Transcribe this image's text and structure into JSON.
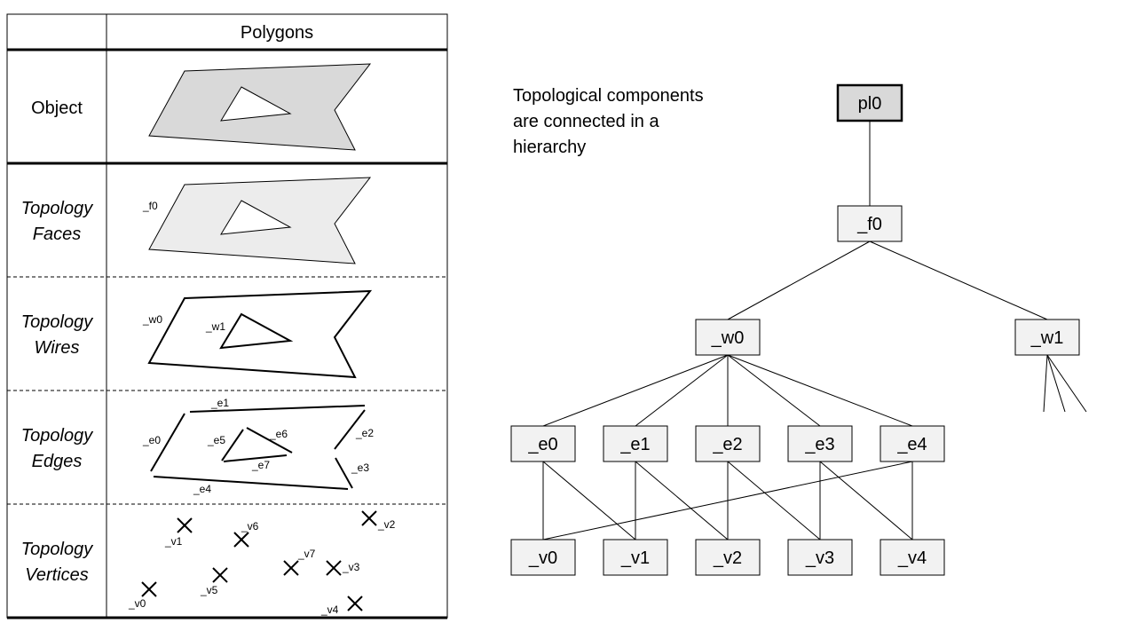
{
  "table": {
    "column_header": "Polygons",
    "rows": [
      {
        "label_lines": [
          "Object"
        ],
        "italic": false
      },
      {
        "label_lines": [
          "Topology",
          "Faces"
        ],
        "italic": true
      },
      {
        "label_lines": [
          "Topology",
          "Wires"
        ],
        "italic": true
      },
      {
        "label_lines": [
          "Topology",
          "Edges"
        ],
        "italic": true
      },
      {
        "label_lines": [
          "Topology",
          "Vertices"
        ],
        "italic": true
      }
    ],
    "faces_labels": [
      "_f0"
    ],
    "wires_labels": [
      "_w0",
      "_w1"
    ],
    "edges_labels": [
      "_e0",
      "_e1",
      "_e2",
      "_e3",
      "_e4",
      "_e5",
      "_e6",
      "_e7"
    ],
    "vertices_labels": [
      "_v0",
      "_v1",
      "_v2",
      "_v3",
      "_v4",
      "_v5",
      "_v6",
      "_v7"
    ]
  },
  "caption_lines": [
    "Topological components",
    "are connected in a",
    "hierarchy"
  ],
  "hierarchy": {
    "root": "pl0",
    "face": "_f0",
    "wires": [
      "_w0",
      "_w1"
    ],
    "edges": [
      "_e0",
      "_e1",
      "_e2",
      "_e3",
      "_e4"
    ],
    "vertices": [
      "_v0",
      "_v1",
      "_v2",
      "_v3",
      "_v4"
    ]
  },
  "colors": {
    "object_fill": "#d9d9d9",
    "face_fill": "#ececec",
    "node_fill": "#f2f2f2",
    "root_fill": "#d9d9d9",
    "line": "#000000"
  }
}
